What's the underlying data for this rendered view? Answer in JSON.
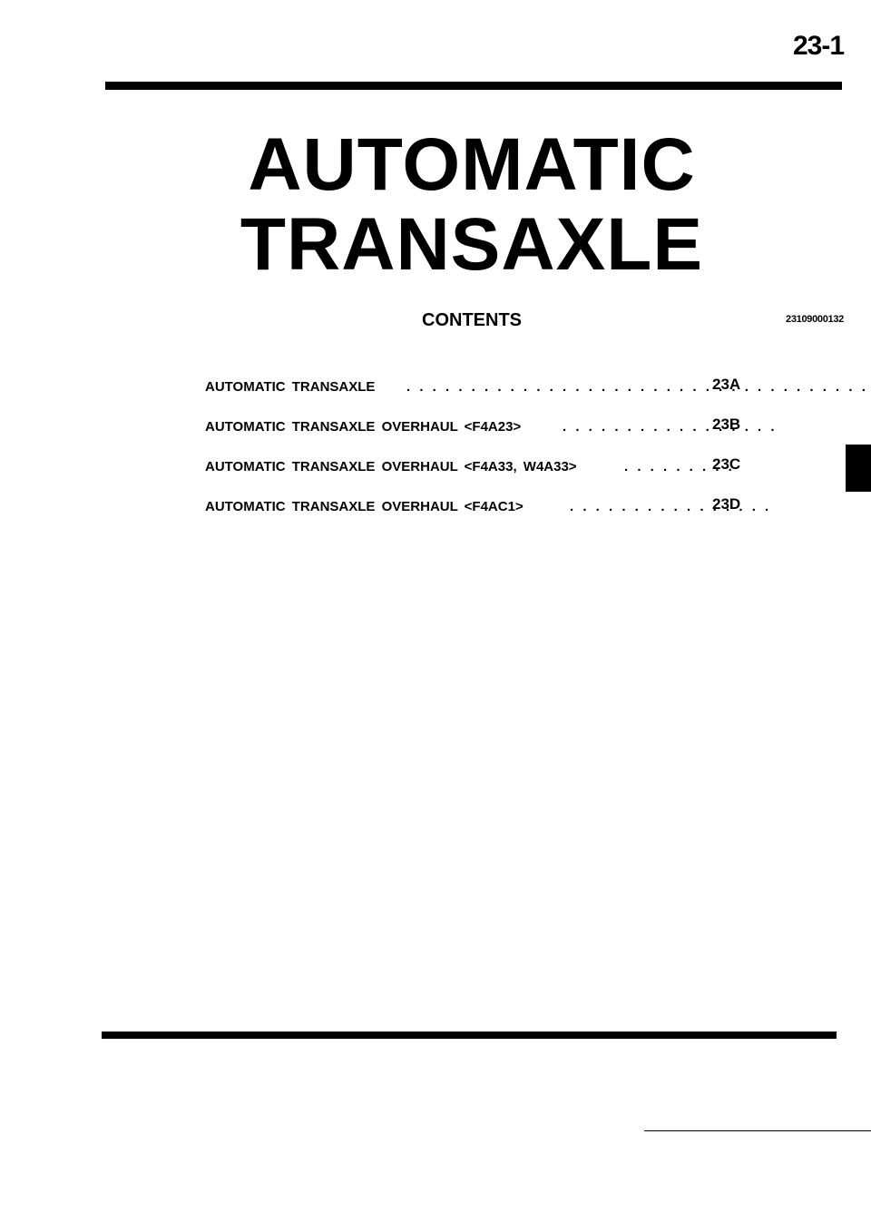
{
  "header": {
    "page_number": "23-1"
  },
  "title": {
    "line1": "AUTOMATIC",
    "line2": "TRANSAXLE"
  },
  "contents": {
    "heading": "CONTENTS",
    "doc_code": "23109000132",
    "items": [
      {
        "label": "AUTOMATIC  TRANSAXLE",
        "dots": ". . . . . . . . . . . . . . . . . . . . . . . . . . . . . . . . . . . . .",
        "code": "23A"
      },
      {
        "label": "AUTOMATIC TRANSAXLE OVERHAUL <F4A23>",
        "dots": ". . . . . . . . . . . . . . . . .",
        "code": "23B"
      },
      {
        "label": "AUTOMATIC TRANSAXLE OVERHAUL <F4A33, W4A33>",
        "dots": ". . . . . . . . .",
        "code": "23C"
      },
      {
        "label": "AUTOMATIC TRANSAXLE OVERHAUL <F4AC1>",
        "dots": ". . . . . . . . . . . . . . . .",
        "code": "23D"
      }
    ]
  }
}
